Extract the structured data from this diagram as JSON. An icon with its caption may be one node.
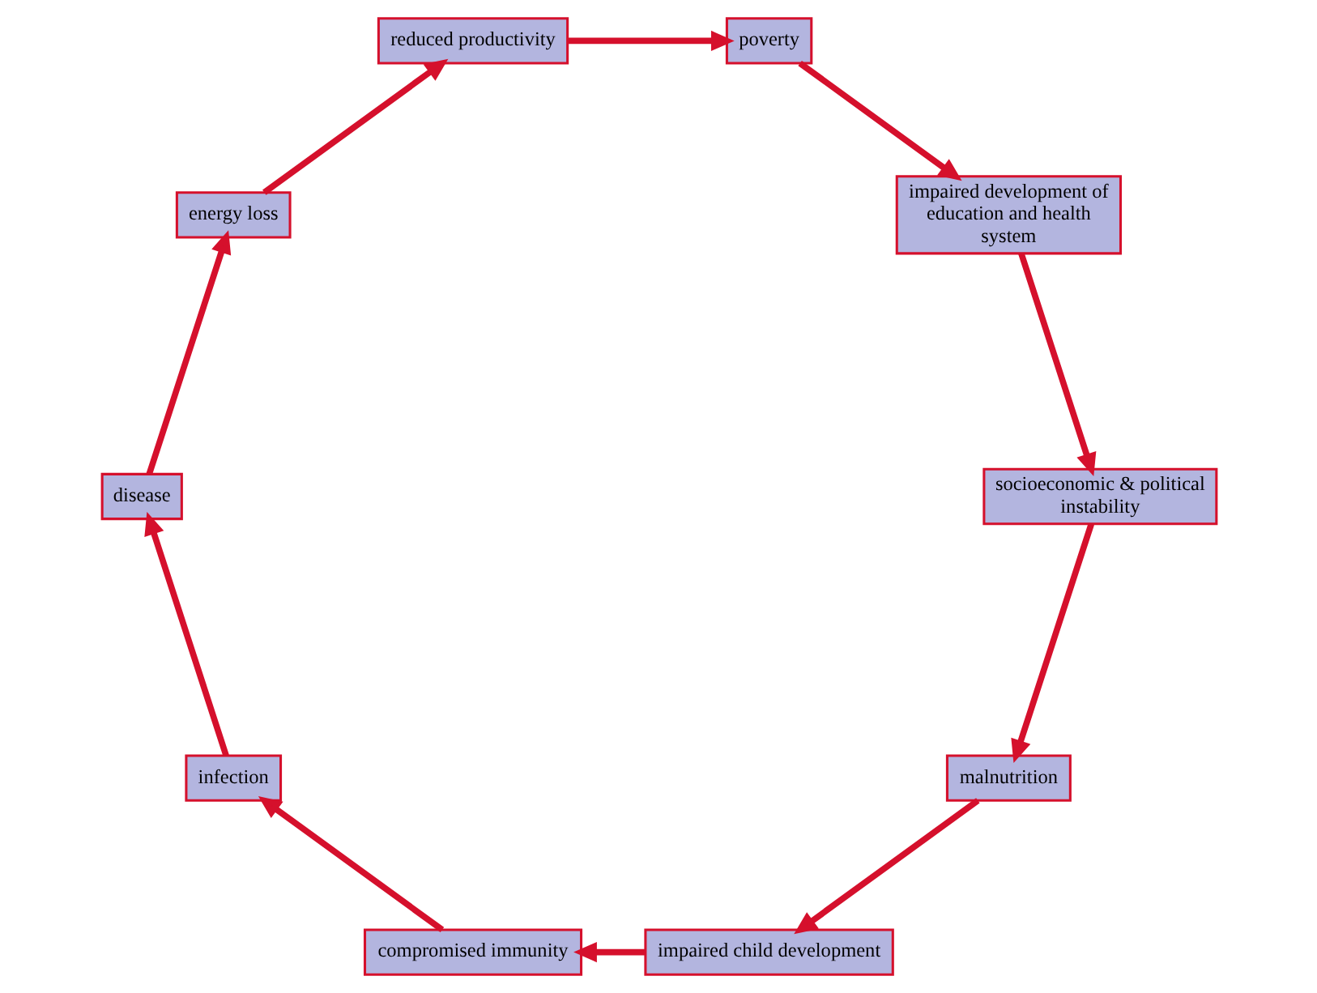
{
  "diagram": {
    "nodes": [
      {
        "text": [
          "malnutrition"
        ]
      },
      {
        "text": [
          "impaired child development"
        ]
      },
      {
        "text": [
          "compromised immunity"
        ]
      },
      {
        "text": [
          "infection"
        ]
      },
      {
        "text": [
          "disease"
        ]
      },
      {
        "text": [
          "energy loss"
        ]
      },
      {
        "text": [
          "reduced productivity"
        ]
      },
      {
        "text": [
          "poverty"
        ]
      },
      {
        "text": [
          "impaired development of education and health system"
        ]
      },
      {
        "text": [
          "socioeconomic & political instability"
        ]
      }
    ],
    "edges": [
      {
        "from": 0,
        "to": 1,
        "arrow": "to"
      },
      {
        "from": 1,
        "to": 2,
        "arrow": "to"
      },
      {
        "from": 2,
        "to": 3,
        "arrow": "to"
      },
      {
        "from": 3,
        "to": 4,
        "arrow": "to"
      },
      {
        "from": 4,
        "to": 5,
        "arrow": "to"
      },
      {
        "from": 5,
        "to": 6,
        "arrow": "to"
      },
      {
        "from": 6,
        "to": 7,
        "arrow": "to"
      },
      {
        "from": 7,
        "to": 8,
        "arrow": "to"
      },
      {
        "from": 8,
        "to": 9,
        "arrow": "to"
      },
      {
        "from": 9,
        "to": 0,
        "arrow": "to"
      }
    ]
  }
}
